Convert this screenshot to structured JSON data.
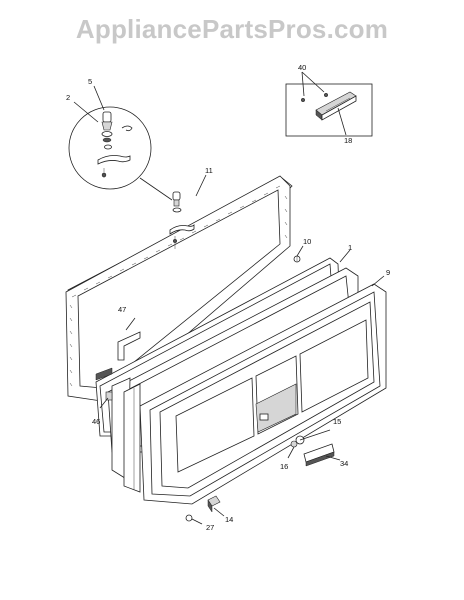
{
  "watermark": "AppliancePartsPros.com",
  "callouts": {
    "c1": "1",
    "c2": "2",
    "c5": "5",
    "c9": "9",
    "c10": "10",
    "c11": "11",
    "c14": "14",
    "c15": "15",
    "c16": "16",
    "c18": "18",
    "c27": "27",
    "c34": "34",
    "c40": "40",
    "c46": "46",
    "c47": "47"
  }
}
